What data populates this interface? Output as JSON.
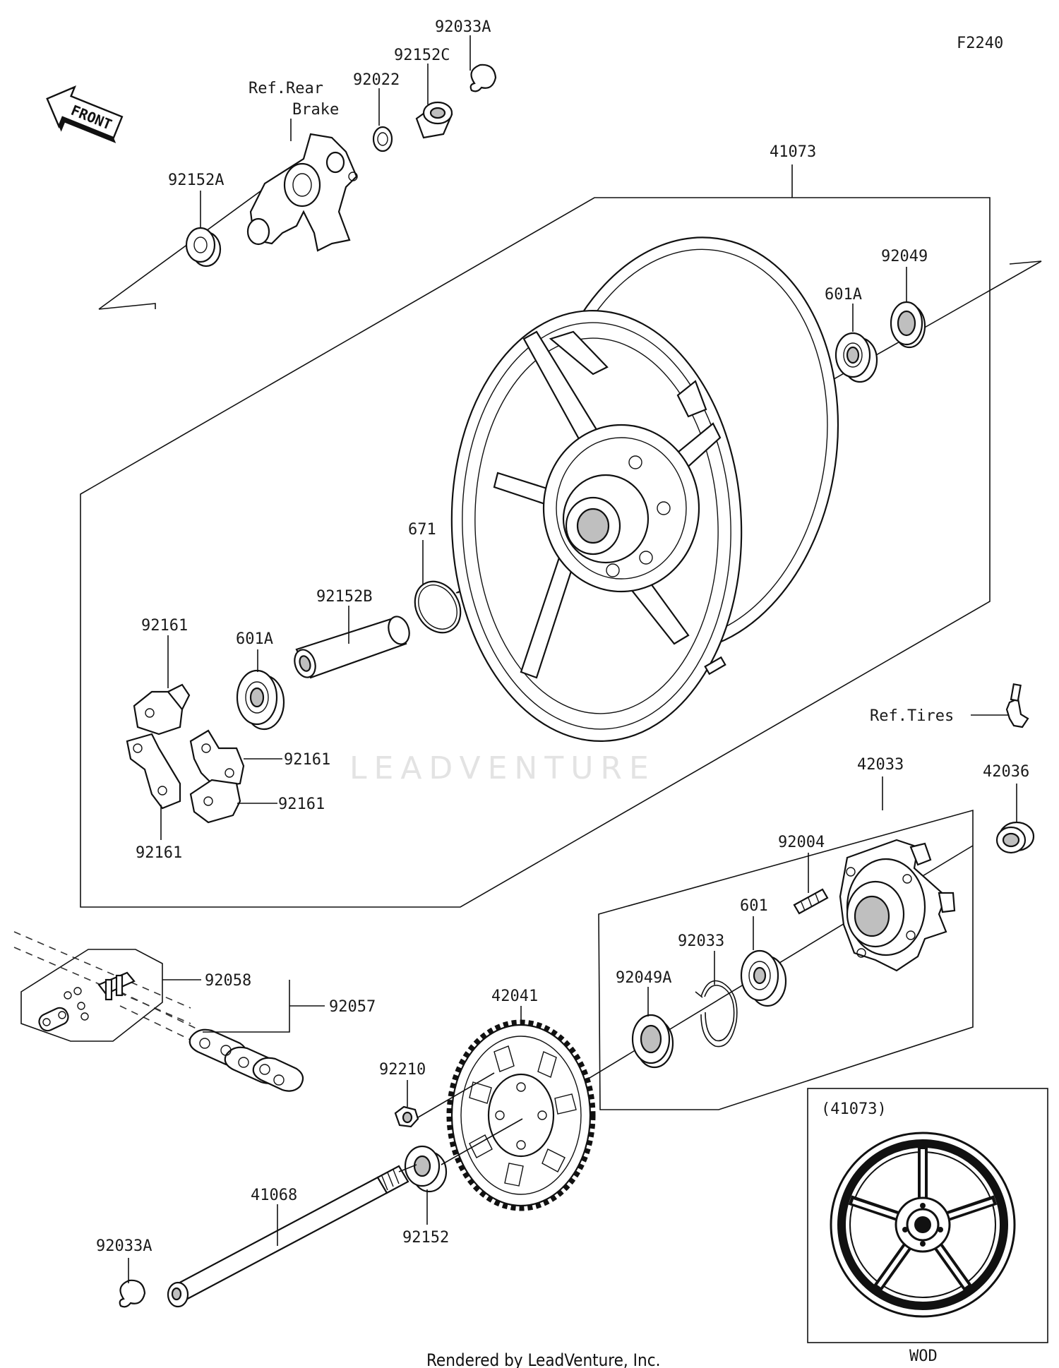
{
  "diagram_code": "F2240",
  "front_label": "FRONT",
  "watermark": "LEADVENTURE",
  "footer": "Rendered by LeadVenture, Inc.",
  "inset": {
    "title": "(41073)",
    "caption": "WOD"
  },
  "labels": {
    "p92033A_top": "92033A",
    "p92152C": "92152C",
    "p92022": "92022",
    "ref_rear": "Ref.Rear",
    "brake": "Brake",
    "p92152A": "92152A",
    "p41073": "41073",
    "p92049": "92049",
    "p601A_top": "601A",
    "p671": "671",
    "p92152B": "92152B",
    "p601A_left": "601A",
    "p92161_top": "92161",
    "p92161_mid": "92161",
    "p92161_low": "92161",
    "p92161_bot": "92161",
    "ref_tires": "Ref.Tires",
    "p42033": "42033",
    "p42036": "42036",
    "p92004": "92004",
    "p601": "601",
    "p92033": "92033",
    "p92049A": "92049A",
    "p42041": "42041",
    "p92058": "92058",
    "p92057": "92057",
    "p92210": "92210",
    "p92152": "92152",
    "p41068": "41068",
    "p92033A_bot": "92033A"
  }
}
